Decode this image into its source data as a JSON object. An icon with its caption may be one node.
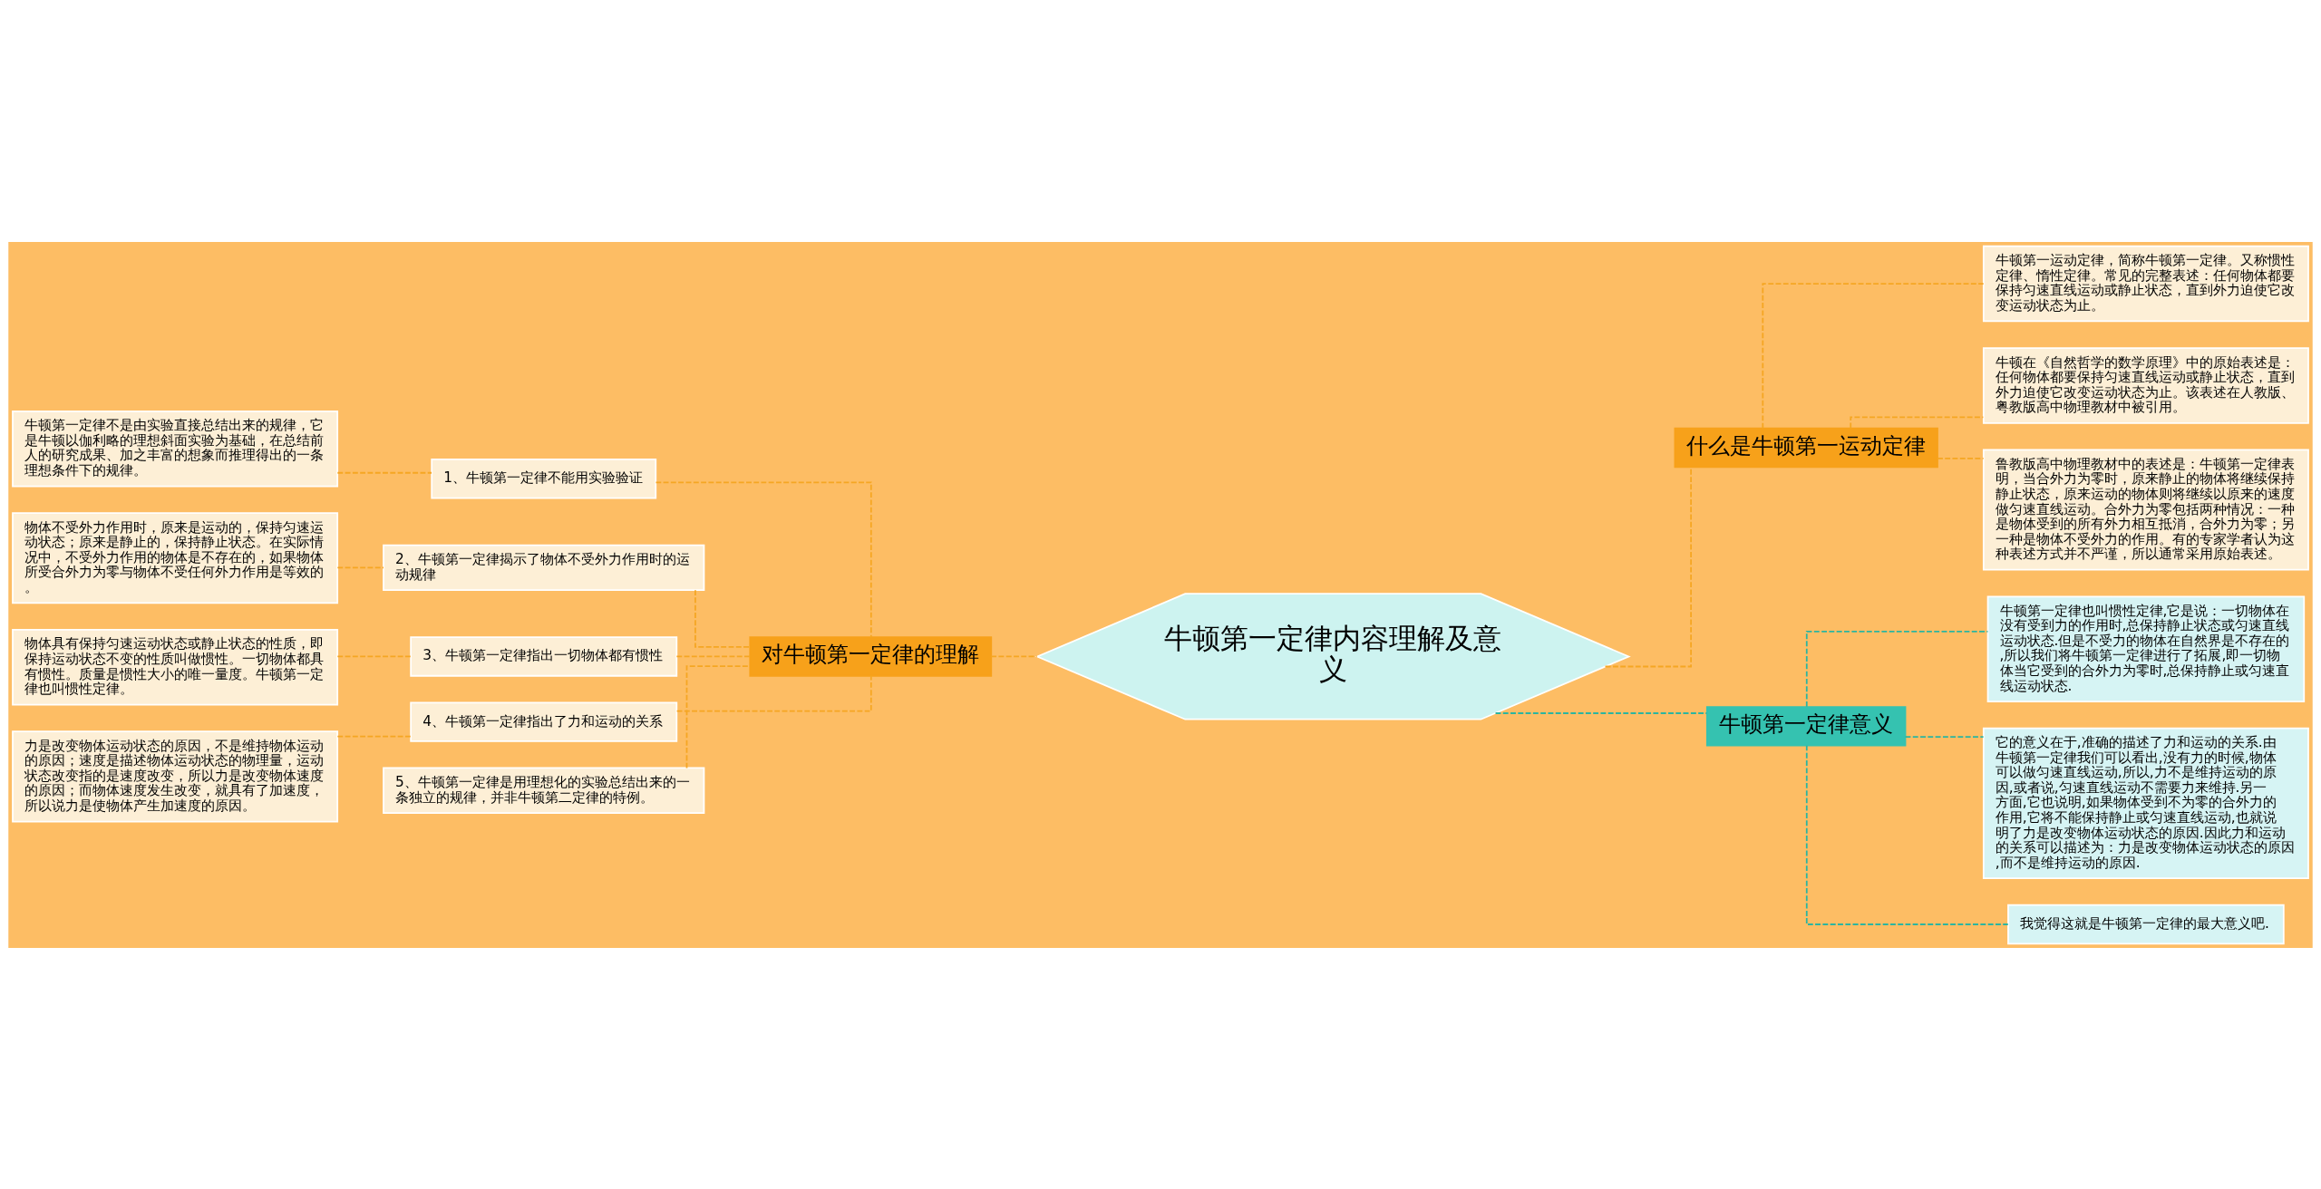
{
  "diagram": {
    "nodes": [
      {
        "text": [
          "牛顿第一定律内容理解及意义"
        ]
      },
      {
        "text": [
          "什么是牛顿第一运动定律"
        ]
      },
      {
        "text": [
          "牛顿第一运动定律，简称牛顿第一定律。又称惯性定律、惰性定律。常见的完整表述：任何物体都要保持匀速直线运动或静止状态，直到外力迫使它改变运动状态为止。"
        ]
      },
      {
        "text": [
          "牛顿在《自然哲学的数学原理》中的原始表述是：任何物体都要保持匀速直线运动或静止状态，直到外力迫使它改变运动状态为止。该表述在人教版、粤教版高中物理教材中被引用。"
        ]
      },
      {
        "text": [
          "鲁教版高中物理教材中的表述是：牛顿第一定律表明，当合外力为零时，原来静止的物体将继续保持静止状态，原来运动的物体则将继续以原来的速度做匀速直线运动。合外力为零包括两种情况：一种是物体受到的所有外力相互抵消，合外力为零；另一种是物体不受外力的作用。有的专家学者认为这种表述方式并不严谨，所以通常采用原始表述。"
        ]
      },
      {
        "text": [
          "牛顿第一定律意义"
        ]
      },
      {
        "text": [
          "牛顿第一定律也叫惯性定律,它是说：一切物体在没有受到力的作用时,总保持静止状态或匀速直线运动状态.但是不受力的物体在自然界是不存在的,所以我们将牛顿第一定律进行了拓展,即一切物体当它受到的合外力为零时,总保持静止或匀速直线运动状态."
        ]
      },
      {
        "text": [
          "它的意义在于,准确的描述了力和运动的关系.由牛顿第一定律我们可以看出,没有力的时候,物体可以做匀速直线运动,所以,力不是维持运动的原因,或者说,匀速直线运动不需要力来维持.另一方面,它也说明,如果物体受到不为零的合外力的作用,它将不能保持静止或匀速直线运动,也就说明了力是改变物体运动状态的原因.因此力和运动的关系可以描述为：力是改变物体运动状态的原因,而不是维持运动的原因."
        ]
      },
      {
        "text": [
          "我觉得这就是牛顿第一定律的最大意义吧."
        ]
      },
      {
        "text": [
          "对牛顿第一定律的理解"
        ]
      },
      {
        "text": [
          "1、牛顿第一定律不能用实验验证"
        ]
      },
      {
        "text": [
          "牛顿第一定律不是由实验直接总结出来的规律，它是牛顿以伽利略的理想斜面实验为基础，在总结前人的研究成果、加之丰富的想象而推理得出的一条理想条件下的规律。"
        ]
      },
      {
        "text": [
          "2、牛顿第一定律揭示了物体不受外力作用时的运动规律"
        ]
      },
      {
        "text": [
          "物体不受外力作用时，原来是运动的，保持匀速运动状态；原来是静止的，保持静止状态。在实际情况中，不受外力作用的物体是不存在的，如果物体所受合外力为零与物体不受任何外力作用是等效的。"
        ]
      },
      {
        "text": [
          "3、牛顿第一定律指出一切物体都有惯性"
        ]
      },
      {
        "text": [
          "物体具有保持匀速运动状态或静止状态的性质，即保持运动状态不变的性质叫做惯性。一切物体都具有惯性。质量是惯性大小的唯一量度。牛顿第一定律也叫惯性定律。"
        ]
      },
      {
        "text": [
          "4、牛顿第一定律指出了力和运动的关系"
        ]
      },
      {
        "text": [
          "力是改变物体运动状态的原因，不是维持物体运动的原因；速度是描述物体运动状态的物理量，运动状态改变指的是速度改变，所以力是改变物体速度的原因；而物体速度发生改变，就具有了加速度，所以说力是使物体产生加速度的原因。"
        ]
      },
      {
        "text": [
          "5、牛顿第一定律是用理想化的实验总结出来的一条独立的规律，并非牛顿第二定律的特例。"
        ]
      }
    ],
    "edges": [
      {
        "from": 0,
        "to": 1,
        "arrow": "none",
        "style": "dashed"
      },
      {
        "from": 1,
        "to": 2,
        "arrow": "none",
        "style": "dashed"
      },
      {
        "from": 1,
        "to": 3,
        "arrow": "none",
        "style": "dashed"
      },
      {
        "from": 1,
        "to": 4,
        "arrow": "none",
        "style": "dashed"
      },
      {
        "from": 0,
        "to": 5,
        "arrow": "none",
        "style": "dashed",
        "color": "#2bb5a0"
      },
      {
        "from": 5,
        "to": 6,
        "arrow": "none",
        "style": "dashed",
        "color": "#2bb5a0"
      },
      {
        "from": 5,
        "to": 7,
        "arrow": "none",
        "style": "dashed",
        "color": "#2bb5a0"
      },
      {
        "from": 5,
        "to": 8,
        "arrow": "none",
        "style": "dashed",
        "color": "#2bb5a0"
      },
      {
        "from": 0,
        "to": 9,
        "arrow": "none",
        "style": "dashed"
      },
      {
        "from": 9,
        "to": 10,
        "arrow": "none",
        "style": "dashed"
      },
      {
        "from": 10,
        "to": 11,
        "arrow": "none",
        "style": "dashed"
      },
      {
        "from": 9,
        "to": 12,
        "arrow": "none",
        "style": "dashed"
      },
      {
        "from": 12,
        "to": 13,
        "arrow": "none",
        "style": "dashed"
      },
      {
        "from": 9,
        "to": 14,
        "arrow": "none",
        "style": "dashed"
      },
      {
        "from": 14,
        "to": 15,
        "arrow": "none",
        "style": "dashed"
      },
      {
        "from": 9,
        "to": 16,
        "arrow": "none",
        "style": "dashed"
      },
      {
        "from": 16,
        "to": 17,
        "arrow": "none",
        "style": "dashed"
      },
      {
        "from": 9,
        "to": 18,
        "arrow": "none",
        "style": "dashed"
      }
    ]
  }
}
